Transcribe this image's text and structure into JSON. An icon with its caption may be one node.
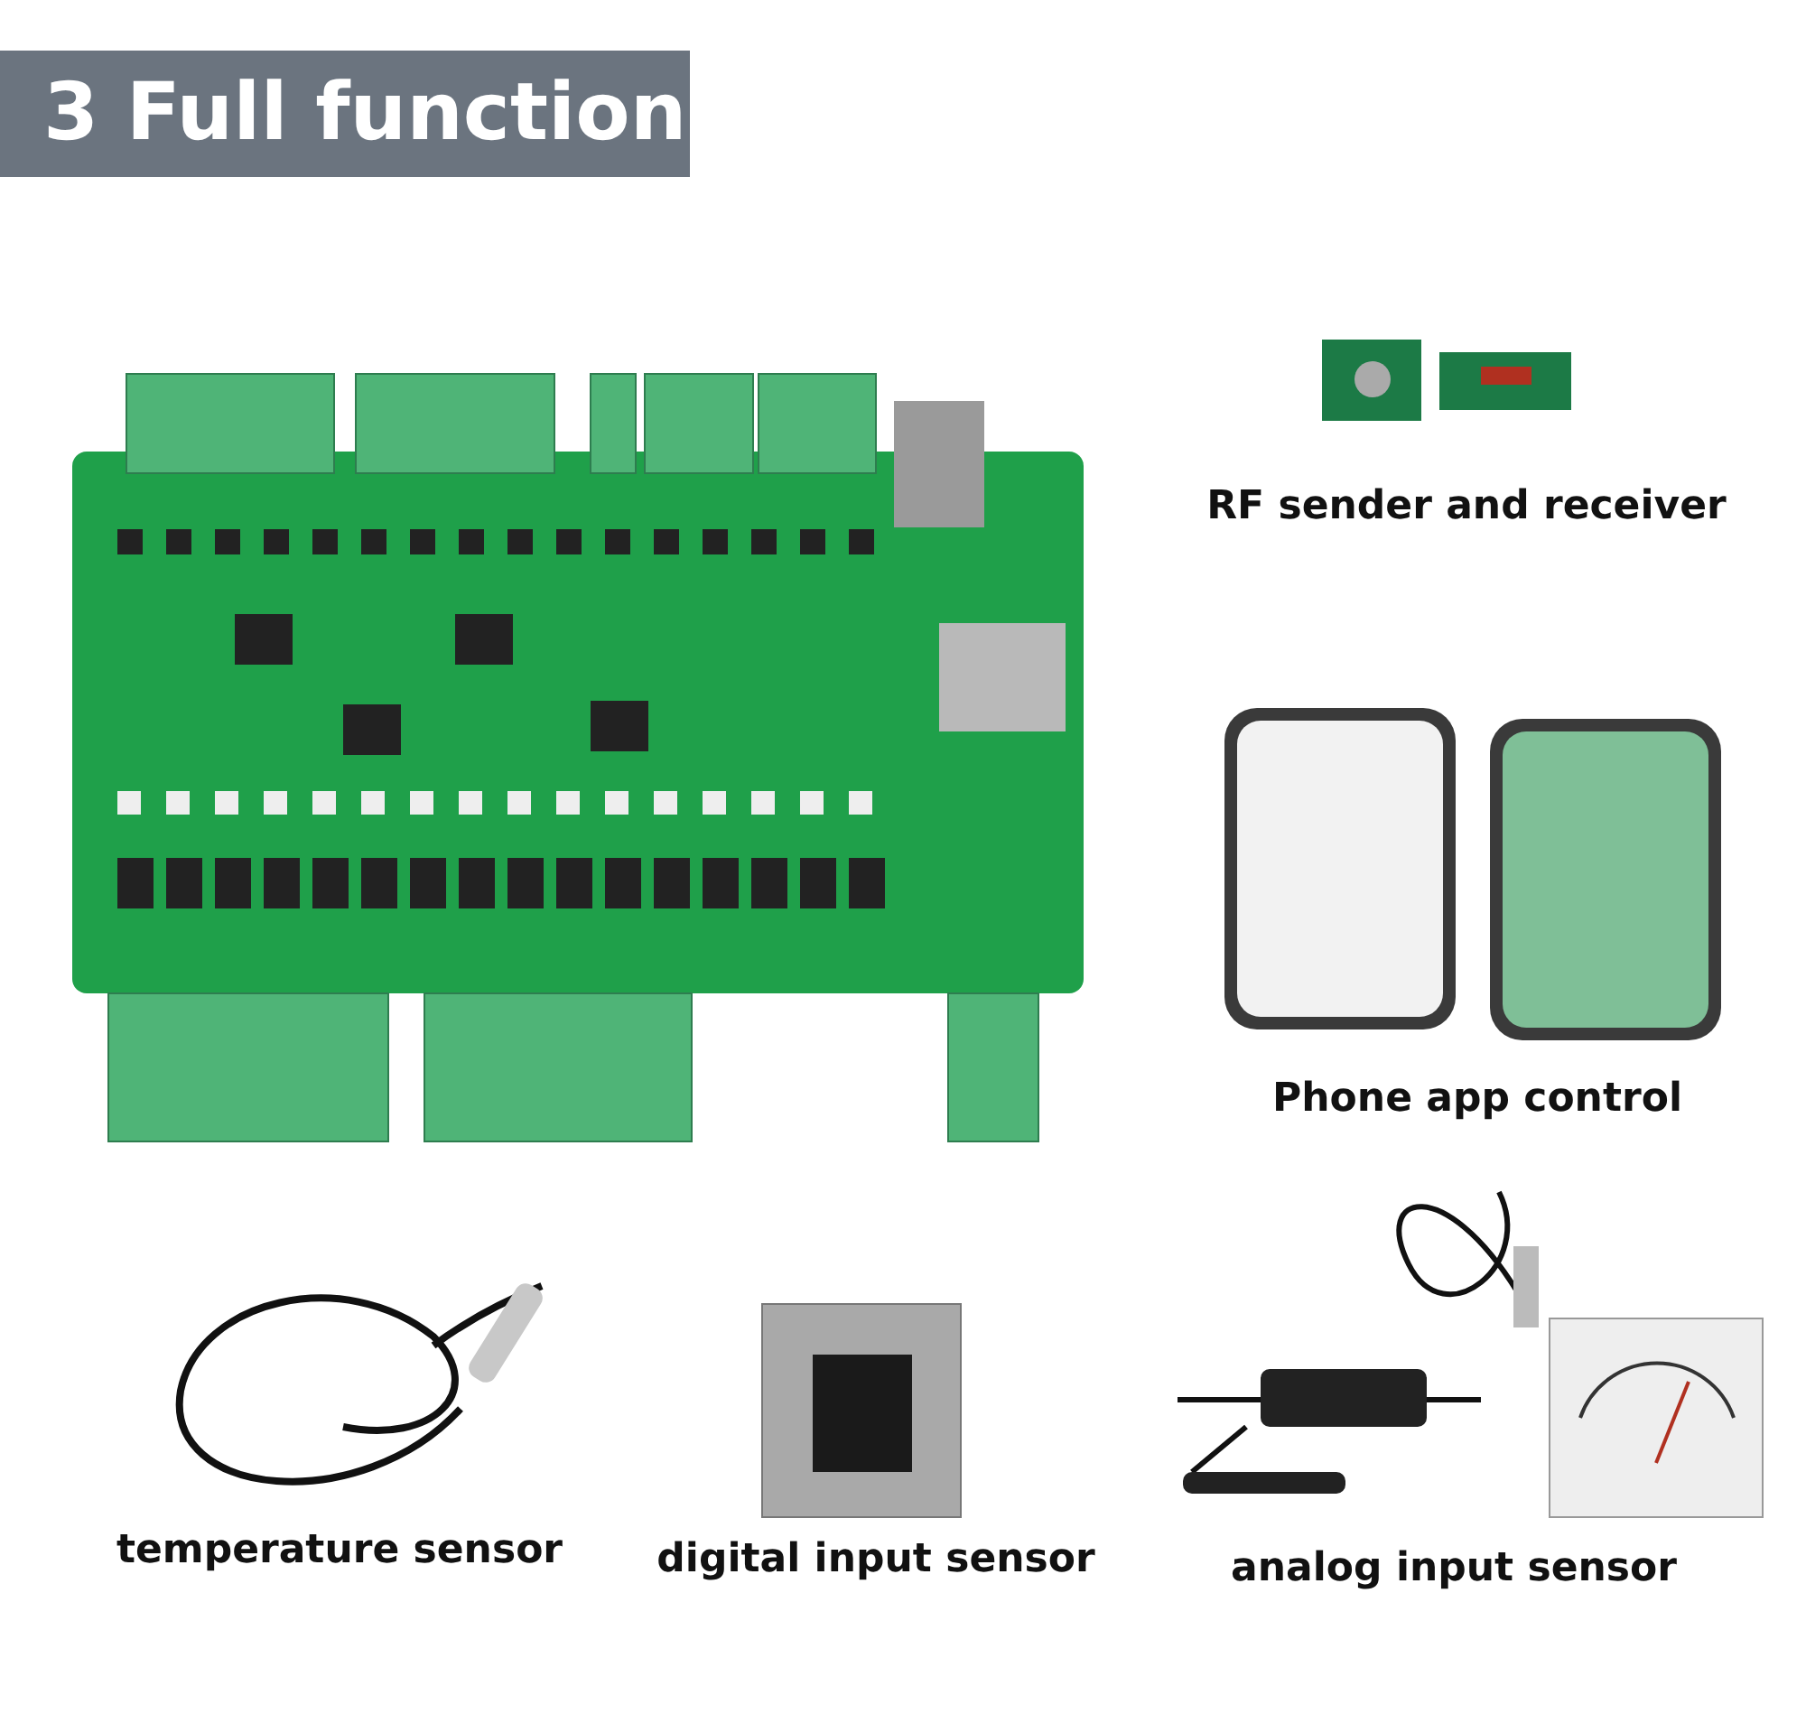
{
  "diagram": {
    "title": "3 Full function",
    "labels": [
      "RF sender and receiver",
      "Phone app control",
      "temperature sensor",
      "digital input sensor",
      "analog input sensor"
    ]
  }
}
